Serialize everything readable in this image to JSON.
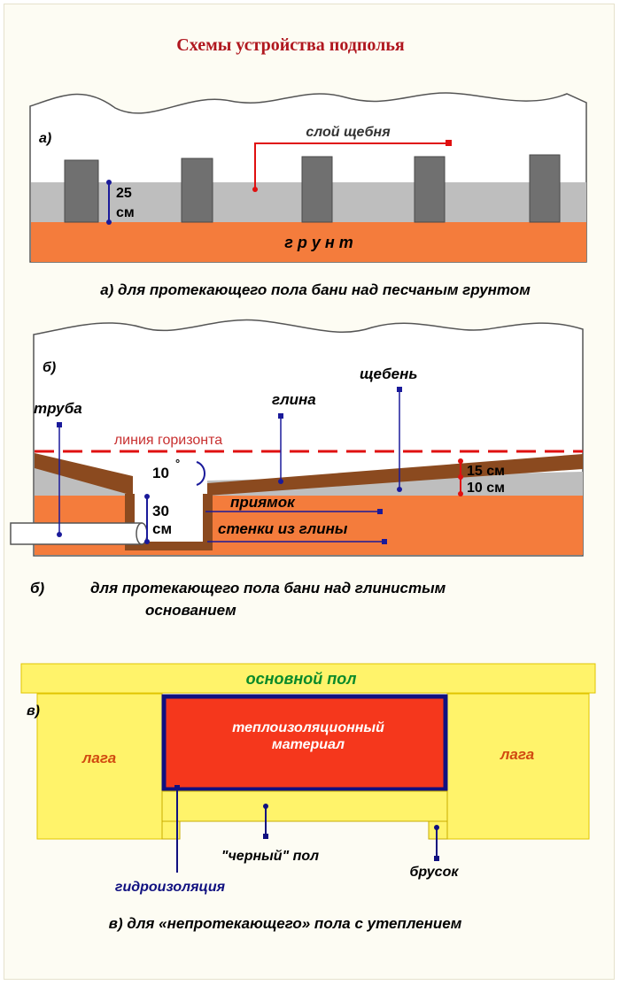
{
  "title": "Схемы устройства подполья",
  "colors": {
    "title": "#b0171f",
    "soil": "#f47c3c",
    "gravel": "#bebebe",
    "post": "#707070",
    "clay": "#8b4a1f",
    "red_accent": "#e01010",
    "navy": "#101080",
    "yellow": "#fff36a",
    "insulation": "#f5371c",
    "floor_text": "#0a8a2a"
  },
  "diagram_a": {
    "letter": "а)",
    "gravel_label": "слой щебня",
    "depth_value": "25",
    "depth_unit": "см",
    "ground_label": "г р у н т",
    "caption": "а) для протекающего пола бани над песчаным грунтом"
  },
  "diagram_b": {
    "letter": "б)",
    "pipe_label": "труба",
    "clay_label": "глина",
    "gravel_label": "щебень",
    "horizon_label": "линия горизонта",
    "angle_label": "10",
    "angle_unit": "°",
    "layer_top": "15 см",
    "layer_bottom": "10 см",
    "pit_depth_value": "30",
    "pit_depth_unit": "см",
    "pit_label": "приямок",
    "walls_label": "стенки из глины",
    "caption_letter": "б)",
    "caption_line1": "для протекающего пола бани над глинистым",
    "caption_line2": "основанием"
  },
  "diagram_c": {
    "letter": "в)",
    "main_floor": "основной пол",
    "insulation_line1": "теплоизоляционный",
    "insulation_line2": "материал",
    "joist_left": "лага",
    "joist_right": "лага",
    "subfloor": "\"черный\" пол",
    "bar": "брусок",
    "waterproofing": "гидроизоляция",
    "caption": "в) для «непротекающего» пола с утеплением"
  }
}
